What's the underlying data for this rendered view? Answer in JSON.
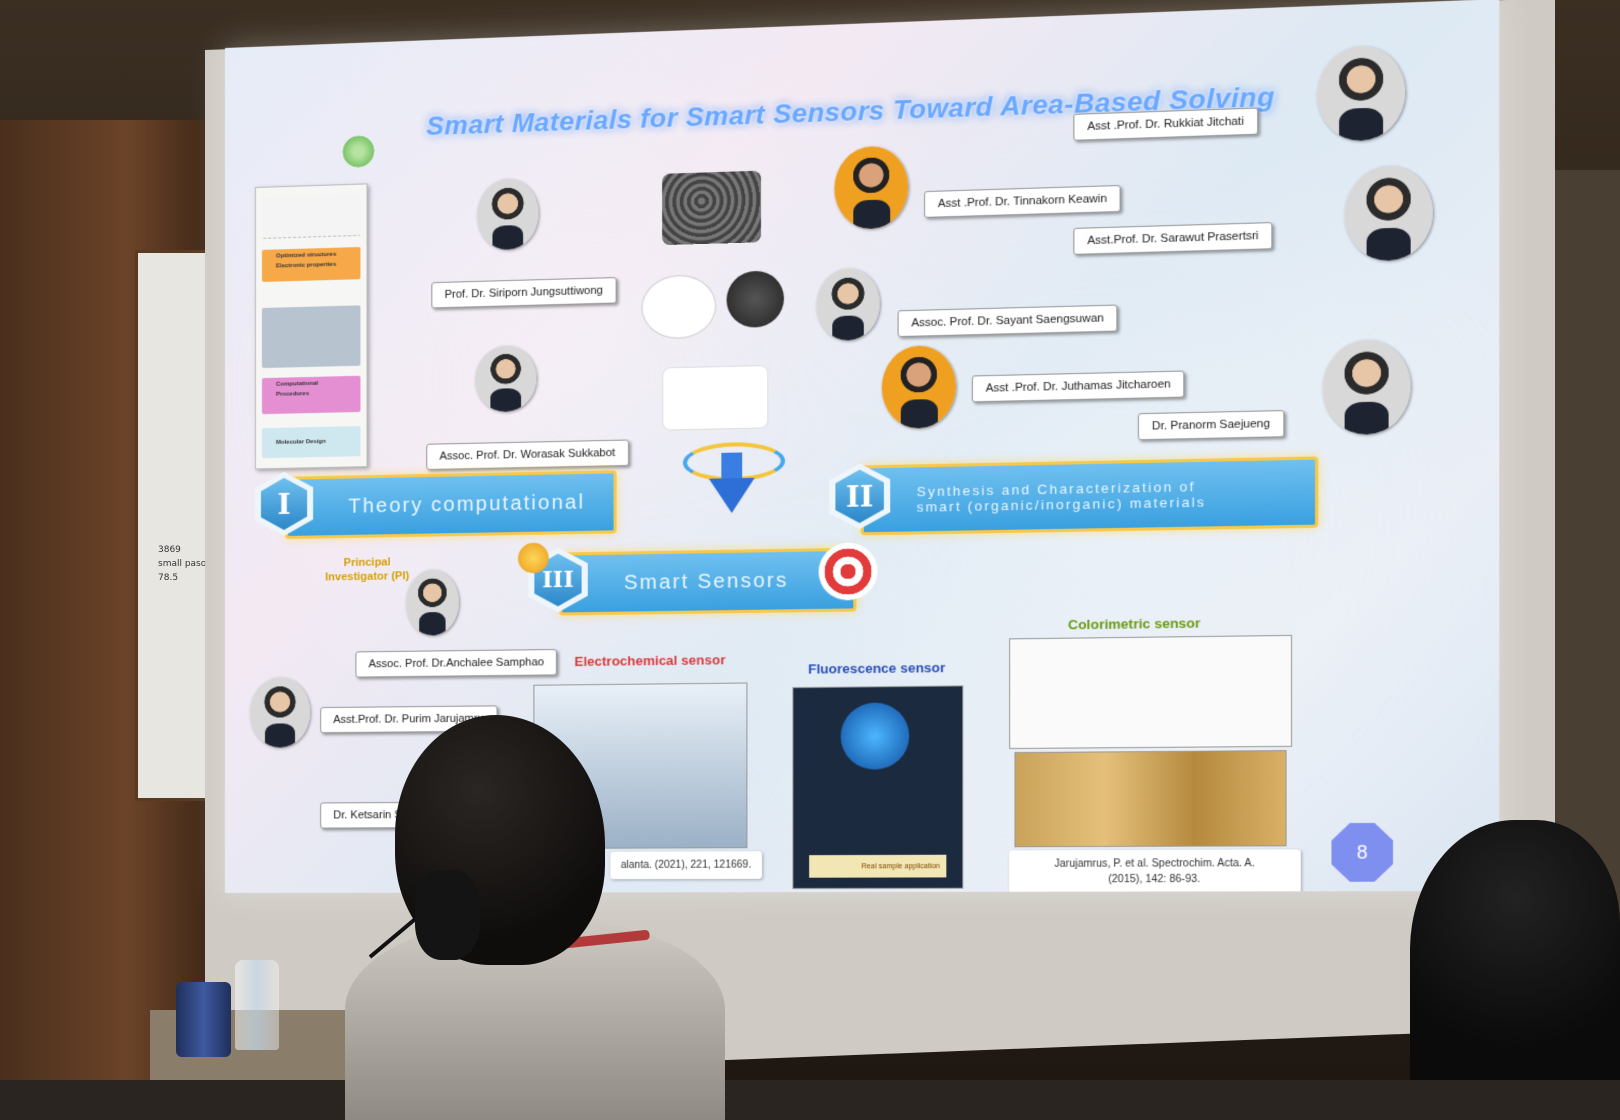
{
  "slide": {
    "title": "Smart Materials for Smart Sensors Toward Area-Based Solving",
    "page_number": "8",
    "people": [
      {
        "id": "rukkiat",
        "name": "Asst .Prof. Dr. Rukkiat Jitchati"
      },
      {
        "id": "tinnakorn",
        "name": "Asst .Prof. Dr. Tinnakorn Keawin"
      },
      {
        "id": "sarawut",
        "name": "Asst.Prof. Dr. Sarawut Prasertsri"
      },
      {
        "id": "siriporn",
        "name": "Prof. Dr. Siriporn Jungsuttiwong"
      },
      {
        "id": "sayant",
        "name": "Assoc. Prof. Dr. Sayant Saengsuwan"
      },
      {
        "id": "juthamas",
        "name": "Asst .Prof. Dr. Juthamas Jitcharoen"
      },
      {
        "id": "pranorm",
        "name": "Dr. Pranorm Saejueng"
      },
      {
        "id": "worasak",
        "name": "Assoc. Prof. Dr. Worasak Sukkabot"
      },
      {
        "id": "anchalee",
        "name": "Assoc. Prof. Dr.Anchalee Samphao"
      },
      {
        "id": "purim",
        "name": "Asst.Prof. Dr. Purim Jarujamru"
      },
      {
        "id": "ketsarin",
        "name": "Dr. Ketsarin Seebu"
      }
    ],
    "computational_panel": {
      "labels": [
        "Optimized structures",
        "Electronic properties",
        "Computational",
        "Procedures",
        "Molecular Design"
      ]
    },
    "pillars": {
      "p1": {
        "numeral": "I",
        "label": "Theory computational"
      },
      "p2": {
        "numeral": "II",
        "label_line1": "Synthesis and Characterization of",
        "label_line2": "smart (organic/inorganic) materials"
      },
      "p3": {
        "numeral": "III",
        "label": "Smart Sensors"
      }
    },
    "pi_label": {
      "line1": "Principal",
      "line2": "Investigator (PI)"
    },
    "sensors": {
      "electrochemical": {
        "title": "Electrochemical sensor",
        "citation": "alanta. (2021), 221, 121669."
      },
      "fluorescence": {
        "title": "Fluorescence sensor",
        "caption": "Real sample application"
      },
      "colorimetric": {
        "title": "Colorimetric sensor",
        "citation_line1": "Jarujamrus, P. et al. Spectrochim. Acta. A.",
        "citation_line2": "(2015), 142: 86-93."
      }
    },
    "colors": {
      "title": "#6aa7ff",
      "pillar": "#3aa0e0",
      "pillar_border": "#f6c84b",
      "page_badge": "#7f8ff0"
    }
  },
  "whiteboard": {
    "scribble_line1": "3869",
    "scribble_line2": "small paso",
    "scribble_line3": "78.5"
  }
}
